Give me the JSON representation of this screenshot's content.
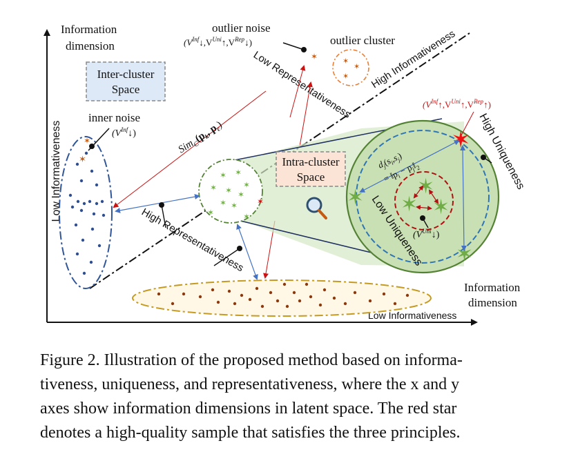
{
  "labels": {
    "info_dim_y_line1": "Information",
    "info_dim_y_line2": "dimension",
    "low_informativeness_y": "Low Informativeness",
    "inter_cluster_line1": "Inter-cluster",
    "inter_cluster_line2": "Space",
    "inner_noise": "inner noise",
    "inner_noise_formula": "(V",
    "inner_noise_sup": "Inf",
    "inner_noise_tail": "↓)",
    "outlier_noise": "outlier noise",
    "outlier_noise_formula": "(V",
    "outlier_noise_sup1": "Inf",
    "outlier_noise_mid1": "↓,V",
    "outlier_noise_sup2": "Uni",
    "outlier_noise_mid2": "↑,V",
    "outlier_noise_sup3": "Rep",
    "outlier_noise_tail": "↓)",
    "outlier_cluster": "outlier cluster",
    "low_representativeness": "Low Representativeness",
    "high_informativeness": "High Informativeness",
    "sim_label": "Sim",
    "sim_sub": "C",
    "sim_args": "(p",
    "sim_args_k": "k",
    "sim_args_mid": ", p",
    "sim_args_c": "c",
    "sim_args_end": ")",
    "intra_cluster_line1": "Intra-cluster",
    "intra_cluster_line2": "Space",
    "red_formula": "(V",
    "red_sup1": "Inf",
    "red_mid1": "↑,V",
    "red_sup2": "Uni",
    "red_mid2": "↑,V",
    "red_sup3": "Rep",
    "red_tail": "↑)",
    "high_uniqueness": "High Uniqueness",
    "dist_line1": "d",
    "dist_line1_sub": "j",
    "dist_line1_args": "(s",
    "dist_line1_si": "i",
    "dist_line1_sj": ",s",
    "dist_line1_sjsub": "j",
    "dist_line1_end": ")",
    "dist_line2": "= ‖p",
    "dist_line2_i": "i",
    "dist_line2_mid": " − p",
    "dist_line2_j": "j",
    "dist_line2_end": "‖",
    "dist_line2_norm": "2",
    "low_uniqueness": "Low Uniqueness",
    "uni_formula": "(V",
    "uni_sup": "Uni",
    "uni_tail": "↓)",
    "high_representativeness": "High Representativeness",
    "info_dim_x_line1": "Information",
    "info_dim_x_line2": "dimension",
    "low_informativeness_x": "Low Informativeness"
  },
  "caption": {
    "line1": "Figure 2.  Illustration of the proposed method based on informa-",
    "line2": "tiveness, uniqueness, and representativeness, where the x and y",
    "line3": "axes show information dimensions in latent space.  The red star",
    "line4": "denotes a high-quality sample that satisfies the three principles."
  },
  "colors": {
    "accent_red": "#cc1111",
    "arrow_blue": "#4472c4",
    "green_cluster": "#70ad47",
    "green_fill": "#c9e0b4",
    "brown_points": "#8b3a0e",
    "blue_points": "#2f4f8f",
    "orange_points": "#c55a11",
    "inter_box": "#dde9f6",
    "intra_box": "#fbe3d5",
    "ellipse_gold": "#c59a22"
  }
}
